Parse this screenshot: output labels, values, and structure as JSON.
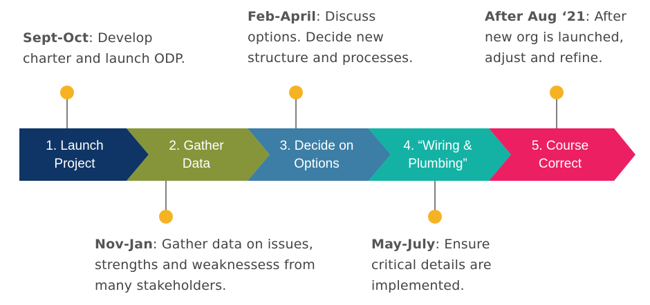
{
  "stages": [
    {
      "line1": "1. Launch",
      "line2": "Project",
      "color": "#0e3566"
    },
    {
      "line1": "2. Gather",
      "line2": "Data",
      "color": "#86953a"
    },
    {
      "line1": "3. Decide on",
      "line2": "Options",
      "color": "#3c7ea5"
    },
    {
      "line1": "4. “Wiring &",
      "line2": "Plumbing”",
      "color": "#13b2a4"
    },
    {
      "line1": "5. Course",
      "line2": "Correct",
      "color": "#ec1f63"
    }
  ],
  "milestones": {
    "sept_oct": {
      "period": "Sept-Oct",
      "line1_rest": ": Develop",
      "line2": "charter and launch ODP."
    },
    "nov_jan": {
      "period": "Nov-Jan",
      "line1_rest": ": Gather data on issues,",
      "line2": "strengths and weaknessess from",
      "line3": "many stakeholders."
    },
    "feb_april": {
      "period": "Feb-April",
      "line1_rest": ": Discuss",
      "line2": "options. Decide new",
      "line3": "structure and processes."
    },
    "may_july": {
      "period": "May-July",
      "line1_rest": ": Ensure",
      "line2": "critical details are",
      "line3": "implemented."
    },
    "after_aug": {
      "period": "After Aug ‘21",
      "line1_rest": ": After",
      "line2": "new org is launched,",
      "line3": "adjust and refine."
    }
  },
  "colors": {
    "dot": "#f5b323",
    "connector": "#555555",
    "text": "#444444"
  }
}
